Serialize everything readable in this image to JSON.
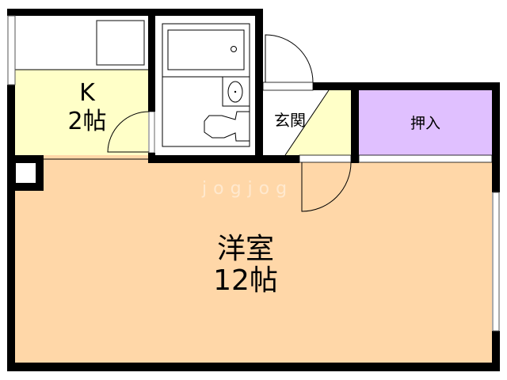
{
  "floor_plan": {
    "rooms": [
      {
        "id": "kitchen",
        "label_line1": "K",
        "label_line2": "2帖",
        "color": "#FFFFC8"
      },
      {
        "id": "bath_toilet",
        "label": "",
        "color": "#FFFFFF"
      },
      {
        "id": "genkan",
        "label": "玄関",
        "color": "#FFFFC8"
      },
      {
        "id": "oshiire",
        "label": "押入",
        "color": "#E0C0FF"
      },
      {
        "id": "yoshitsu",
        "label_line1": "洋室",
        "label_line2": "12帖",
        "color": "#FFD7A8"
      }
    ],
    "watermark": "jogjog",
    "colors": {
      "wall": "#000000",
      "kitchen": "#FFFFC8",
      "oshiire": "#E0C0FF",
      "yoshitsu": "#FFD7A8",
      "window": "#FFFFFF"
    }
  }
}
